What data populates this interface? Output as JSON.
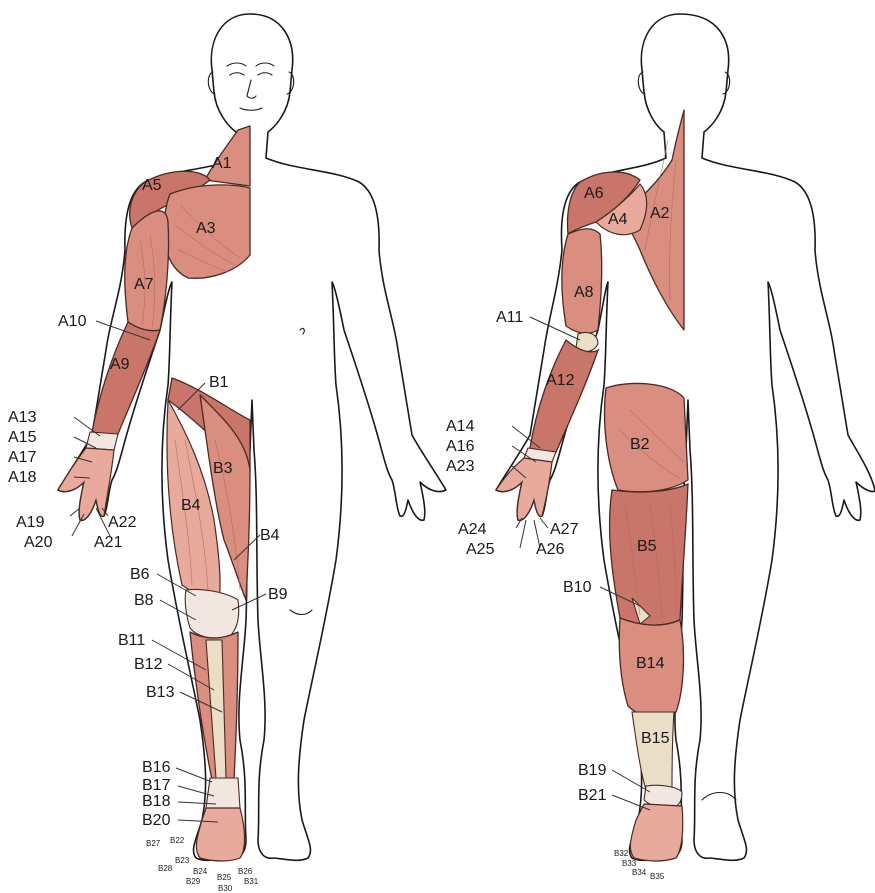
{
  "labels": {
    "front": {
      "A1": "A1",
      "A3": "A3",
      "A5": "A5",
      "A7": "A7",
      "A9": "A9",
      "A10": "A10",
      "A13": "A13",
      "A15": "A15",
      "A17": "A17",
      "A18": "A18",
      "A19": "A19",
      "A20": "A20",
      "A21": "A21",
      "A22": "A22",
      "B1": "B1",
      "B3": "B3",
      "B4a": "B4",
      "B4b": "B4",
      "B6": "B6",
      "B8": "B8",
      "B9": "B9",
      "B11": "B11",
      "B12": "B12",
      "B13": "B13",
      "B16": "B16",
      "B17": "B17",
      "B18": "B18",
      "B20": "B20",
      "B22": "B22",
      "B23": "B23",
      "B24": "B24",
      "B25": "B25",
      "B26": "B26",
      "B27": "B27",
      "B28": "B28",
      "B29": "B29",
      "B30": "B30",
      "B31": "B31"
    },
    "back": {
      "A2": "A2",
      "A4": "A4",
      "A6": "A6",
      "A8": "A8",
      "A11": "A11",
      "A12": "A12",
      "A14": "A14",
      "A16": "A16",
      "A23": "A23",
      "A24": "A24",
      "A25": "A25",
      "A26": "A26",
      "A27": "A27",
      "B2": "B2",
      "B5": "B5",
      "B10": "B10",
      "B14": "B14",
      "B15": "B15",
      "B19": "B19",
      "B21": "B21",
      "B32": "B32",
      "B33": "B33",
      "B34": "B34",
      "B35": "B35"
    }
  },
  "colors": {
    "muscle": "#d98e80",
    "muscle_dark": "#c9756a",
    "tendon": "#eadfc6",
    "outline": "#1a1a1a"
  }
}
